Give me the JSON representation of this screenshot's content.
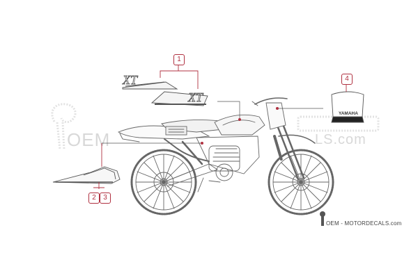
{
  "callouts": {
    "c1": "1",
    "c2": "2",
    "c3": "3",
    "c4": "4"
  },
  "decal_text": {
    "xt_small": "XT",
    "xt_large": "XT",
    "yamaha": "YAMAHA"
  },
  "watermark": {
    "left_text": "OEM",
    "right_text": "LS.com"
  },
  "footer": {
    "brand": "OEM - MOTORDECALS.com"
  },
  "colors": {
    "callout": "#b03040",
    "line_art": "#555555",
    "leader": "#b03040",
    "watermark": "#d8d8d8"
  }
}
